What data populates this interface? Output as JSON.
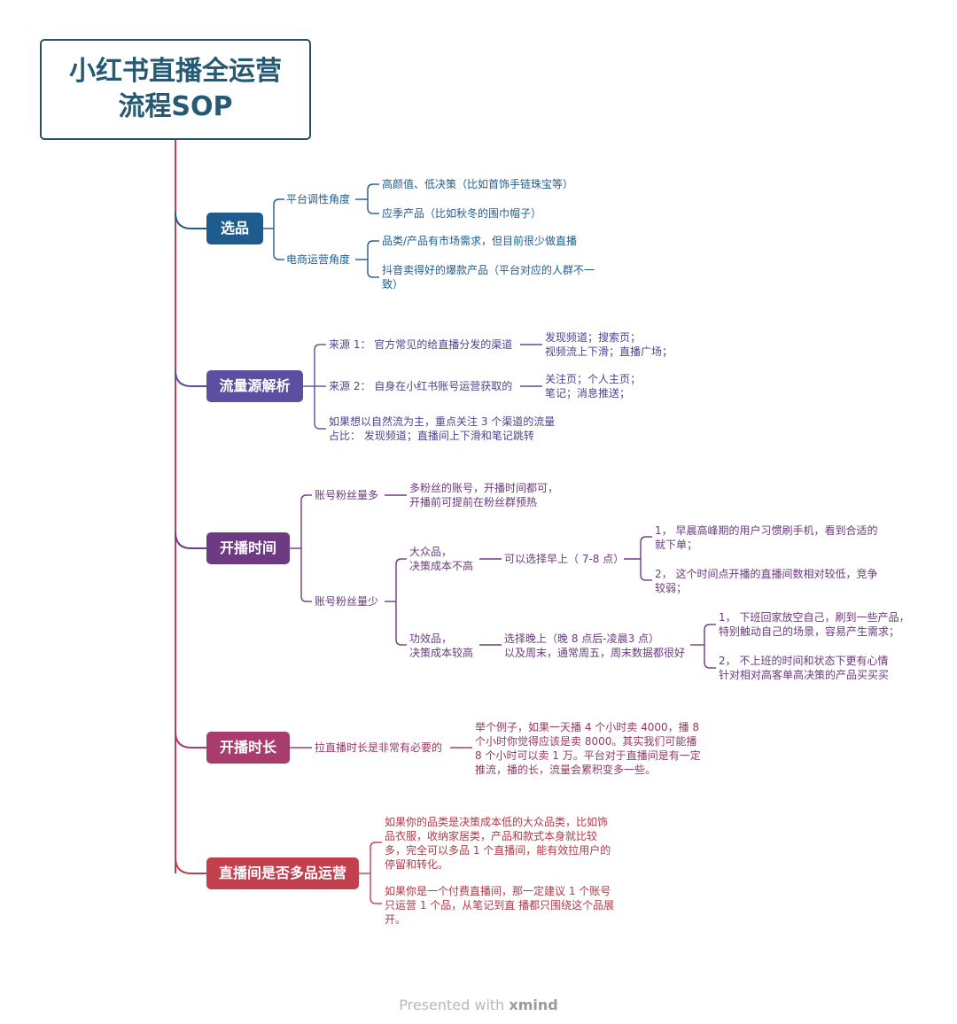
{
  "root": {
    "title": "小红书直播全运营\n流程SOP"
  },
  "colors": {
    "c1": "#1e5c8f",
    "c2": "#5a4fa0",
    "c3": "#6e3a84",
    "c4": "#a83c6c",
    "c5": "#c2404e",
    "root_text": "#245a74",
    "root_border": "#2a5266"
  },
  "branches": {
    "b1": {
      "label": "选品",
      "g1": {
        "label": "平台调性角度",
        "items": [
          "高颜值、低决策（比如首饰手链珠宝等）",
          "应季产品（比如秋冬的围巾帽子）"
        ]
      },
      "g2": {
        "label": "电商运营角度",
        "items": [
          "品类/产品有市场需求，但目前很少做直播",
          "抖音卖得好的爆款产品（平台对应的人群不一\n致）"
        ]
      }
    },
    "b2": {
      "label": "流量源解析",
      "s1": {
        "label": "来源 1： 官方常见的给直播分发的渠道",
        "detail": "发现频道；搜索页；\n视频流上下滑；直播广场；"
      },
      "s2": {
        "label": "来源 2： 自身在小红书账号运营获取的",
        "detail": "关注页；个人主页；\n笔记；消息推送；"
      },
      "s3": {
        "label": "如果想以自然流为主，重点关注 3 个渠道的流量\n占比： 发现频道；直播间上下滑和笔记跳转"
      }
    },
    "b3": {
      "label": "开播时间",
      "many": {
        "label": "账号粉丝量多",
        "detail": "多粉丝的账号，开播时间都可，\n开播前可提前在粉丝群预热"
      },
      "few": {
        "label": "账号粉丝量少",
        "mass": {
          "label": "大众品，\n决策成本不高",
          "choice": "可以选择早上（ 7-8 点）",
          "reasons": [
            "1， 早晨高峰期的用户习惯刷手机，看到合适的\n就下单；",
            "2， 这个时间点开播的直播间数相对较低，竞争\n较弱；"
          ]
        },
        "func": {
          "label": "功效品，\n决策成本较高",
          "choice": "选择晚上（晚 8 点后-凌晨3 点）\n以及周末，通常周五，周末数据都很好",
          "reasons": [
            "1， 下班回家放空自己，刷到一些产品，\n特别触动自己的场景，容易产生需求；",
            "2， 不上班的时间和状态下更有心情\n针对相对高客单高决策的产品买买买"
          ]
        }
      }
    },
    "b4": {
      "label": "开播时长",
      "s1": {
        "label": "拉直播时长是非常有必要的",
        "detail": "举个例子，如果一天播 4 个小时卖 4000，播 8\n个小时你觉得应该是卖 8000。其实我们可能播\n8 个小时可以卖 1 万。平台对于直播间是有一定\n推流，播的长，流量会累积变多一些。"
      }
    },
    "b5": {
      "label": "直播间是否多品运营",
      "items": [
        "如果你的品类是决策成本低的大众品类，比如饰\n品衣服，收纳家居类，产品和款式本身就比较\n多，完全可以多品 1 个直播间，能有效拉用户的\n停留和转化。",
        "如果你是一个付费直播间，那一定建议 1 个账号\n只运营 1 个品，从笔记到直 播都只围绕这个品展\n开。"
      ]
    }
  },
  "footer": {
    "prefix": "Presented with ",
    "brand": "xmind"
  }
}
